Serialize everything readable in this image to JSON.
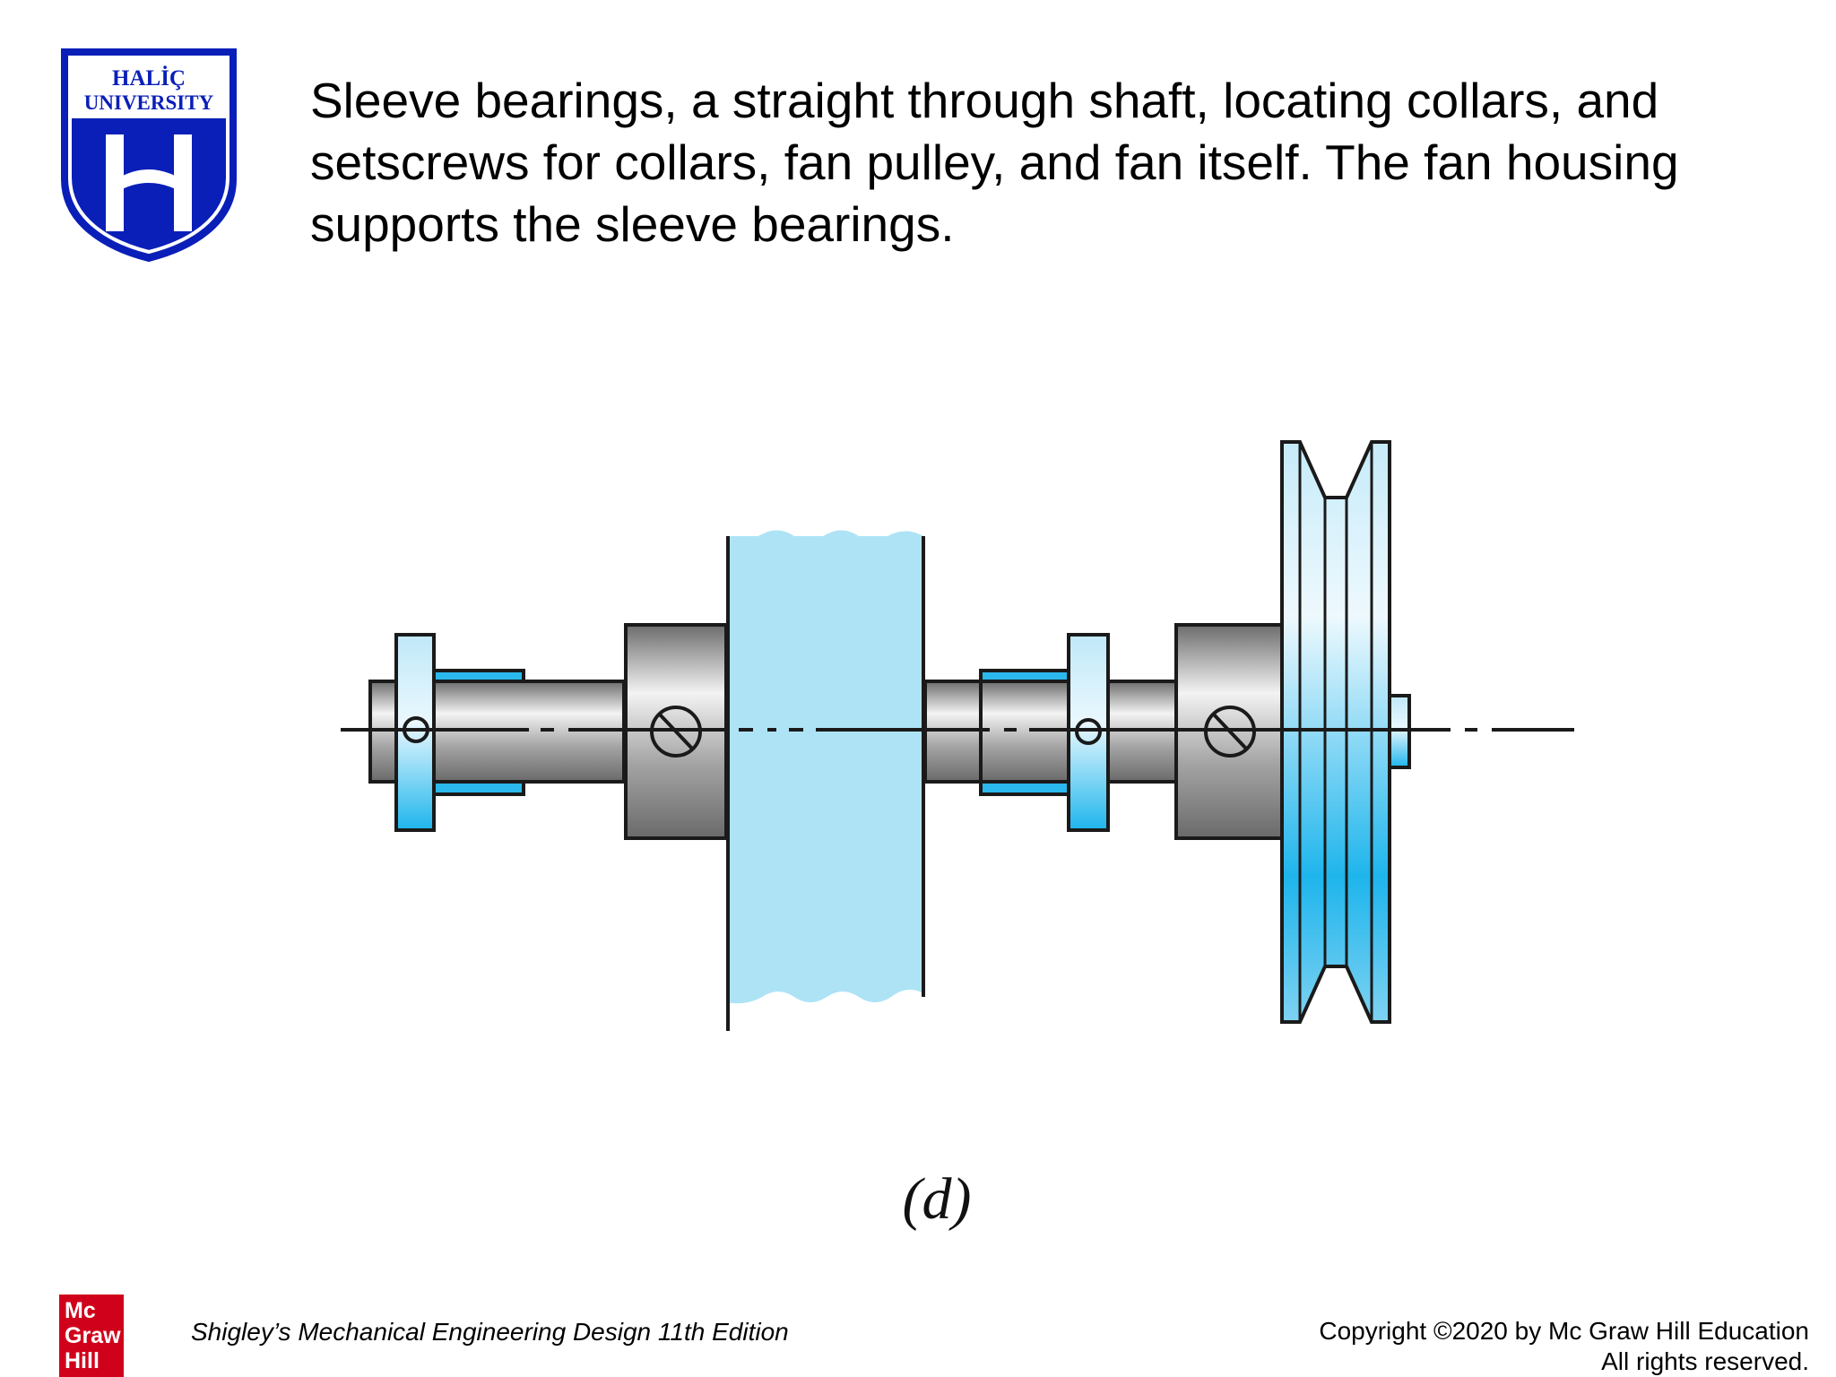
{
  "header": {
    "university_logo": {
      "line1": "HALİÇ",
      "line2": "UNIVERSITY",
      "emblem": "H"
    },
    "title": "Sleeve bearings, a straight through shaft, locating collars, and setscrews for collars, fan pulley, and fan itself. The fan housing supports the sleeve bearings."
  },
  "figure": {
    "label": "(d)"
  },
  "footer": {
    "publisher_logo": [
      "Mc",
      "Graw",
      "Hill"
    ],
    "book_title": "Shigley’s Mechanical Engineering Design 11th Edition",
    "copyright_line1": "Copyright ©2020 by Mc Graw Hill Education",
    "copyright_line2": "All rights reserved."
  },
  "colors": {
    "university_blue": "#0a1fb8",
    "fan_blue": "#aee3f6",
    "bright_blue": "#1eb5ec",
    "steel_gray": "#a9a9a9",
    "outline": "#1a1a1a",
    "publisher_red": "#d0021b"
  }
}
